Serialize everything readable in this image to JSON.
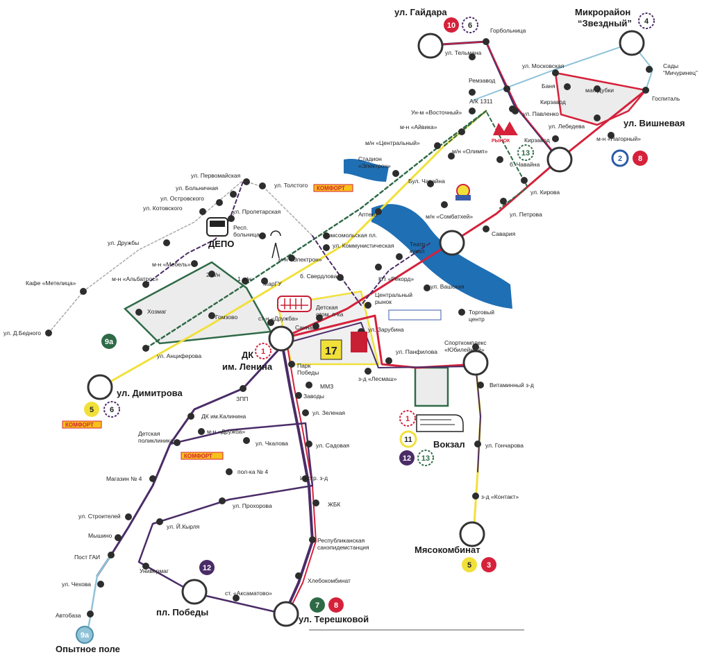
{
  "map": {
    "colors": {
      "red": "#d5213a",
      "purple": "#4a2c67",
      "green": "#2f6a47",
      "yellow": "#f1e03a",
      "lightblue": "#8fc3d8",
      "gray": "#a8a8a8",
      "stop": "#2d2d2d",
      "river": "#1f6fb4",
      "zone": "#ececec"
    },
    "terminals": {
      "gaidara": "ул. Гайдара",
      "zvezdny": "Микрорайон\n“Звездный”",
      "vishnevaya": "ул. Вишневая",
      "dimitrova": "ул. Димитрова",
      "dk_lenina": "ДК\nим. Ленина",
      "vokzal": "Вокзал",
      "myasokombinat": "Мясокомбинат",
      "pl_pobedy": "пл. Победы",
      "tereshkovoy": "ул. Терешковой",
      "opytnoe_pole": "Опытное поле"
    },
    "stops": {
      "gorbolnitsa": "Горбольница",
      "ul_telmana": "ул. Тельмана",
      "remzavod": "Ремзавод",
      "ak1311": "А/К 1311",
      "ul_moskovskaya": "ул. Московская",
      "sady_michurinets": "Сады\n“Мичуринец”",
      "banya": "Баня",
      "mag_dubki": "маг. Дубки",
      "gospital": "Госпиталь",
      "kirzavod_1": "Кирзавод",
      "ul_pavlenko": "ул. Павленко",
      "ul_lebedeva": "ул. Лебедева",
      "kirzavod_2": "Кирзавод",
      "mn_nagorny": "м-н «Нагорный»",
      "un_vostochny": "Ун-м «Восточный»",
      "mn_aivika": "м-н «Айвика»",
      "mn_tsentralny": "м/н «Центральный»",
      "mn_olimp": "м/н «Олимп»",
      "b_chavaina_1": "б. Чавайна",
      "stadion_elektron": "Стадион\n«Электрон»",
      "bul_chavaina": "Бул. Чавайна",
      "mn_sombatkhei": "м/н «Сомбатхей»",
      "ul_kirova": "ул. Кирова",
      "ul_petrova": "ул. Петрова",
      "savariya": "Савария",
      "ul_pervomaiskaya": "ул. Первомайская",
      "ul_tolstogo": "ул. Толстого",
      "ul_bolnichnaya": "ул. Больничная",
      "ul_ostrovskogo": "ул. Островского",
      "ul_kotovskogo": "ул. Котовского",
      "ul_proletarskaya": "ул. Пролетарская",
      "resp_bolnitsa": "Респ.\nбольница",
      "apteka": "Аптека",
      "komsomolskaya": "Комсомольская пл.",
      "ul_kommunisticheskaya": "ул. Коммунистическая",
      "teatr_kukol": "Театр\nкукол",
      "ul_druzhby": "ул. Дружбы",
      "mn_mebel": "м-н «Мебель»",
      "mn_elektron": "м-н «Электрон»",
      "kafe_metelitsa": "Кафе «Метелица»",
      "mn_albatros": "м-н «Альбатрос»",
      "two_mn": "2 м/н",
      "one_mn": "1 м/н",
      "margu": "МарГУ",
      "b_sverdlova": "б. Свердлова",
      "kt_rekord": "К/т «Рекорд»",
      "ul_vashskaya": "ул. Вашская",
      "tsentralny_rynok": "Центральный\nрынок",
      "torgovy_tsentr": "Торговый\nцентр",
      "khozmag": "Хозмаг",
      "gomzovo": "Гомзово",
      "st_druzhba": "ст-н «Дружба»",
      "detskaya_stom": "Детская\nстом. п-ка",
      "sannast": "Саннаст",
      "ul_zarubina": "ул. Зарубина",
      "ul_d_bednogo": "ул. Д.Бедного",
      "ul_antsiferova": "ул. Анциферова",
      "park_pobedy": "Парк\nПобеды",
      "ul_panfilova": "ул. Панфилова",
      "sportkompleks": "Спорткомплекс\n«Юбилейный»",
      "mmz": "ММЗ",
      "z_d_lesmash": "з-д «Лесмаш»",
      "vitaminny": "Витаминный з-д",
      "zpp": "ЗПП",
      "zavody": "Заводы",
      "dk_kalinina": "ДК им.Калинина",
      "ul_zelenaya": "ул. Зеленая",
      "mn_druzhba": "м-н «Дружба»",
      "ul_chkalova": "ул. Чкалова",
      "detskaya_poliklinika": "Детская\nполиклиника",
      "ul_sadovaya": "ул. Садовая",
      "ul_goncharova": "ул. Гончарова",
      "pol_ka_4": "пол-ка № 4",
      "magazin_4": "Магазин № 4",
      "instr_z_d": "Инстр. з-д",
      "z_d_kontakt": "з-д «Контакт»",
      "ul_prokhorova": "ул. Прохорова",
      "zhbk": "ЖБК",
      "ul_stroitelei": "ул. Строителей",
      "ul_y_kyrlya": "ул. Й.Кырля",
      "myshino": "Мышино",
      "resp_san": "Республиканская\nсанэпидемстанция",
      "post_gai": "Пост ГАИ",
      "univermag": "Универмаг",
      "khlebokombinat": "Хлебокомбинат",
      "ul_chekhova": "ул. Чехова",
      "st_aksamatovo": "ст. «Аксаматово»",
      "avtobaza": "Автобаза"
    },
    "badges": {
      "b10": "10",
      "b6a": "6",
      "b4": "4",
      "b2": "2",
      "b8a": "8",
      "b13a": "13",
      "b9a": "9а",
      "b5a": "5",
      "b6b": "6",
      "b1a": "1",
      "b1b": "1",
      "b11": "11",
      "b12a": "12",
      "b13b": "13",
      "b12b": "12",
      "b7": "7",
      "b8b": "8",
      "b5b": "5",
      "b3": "3",
      "b9b": "9а"
    },
    "landmarks": {
      "depo": "ДЕПО",
      "rynok": "РЫНОК",
      "komfort": "КОМФОРТ",
      "vozdvizhenskiy": "17"
    }
  }
}
